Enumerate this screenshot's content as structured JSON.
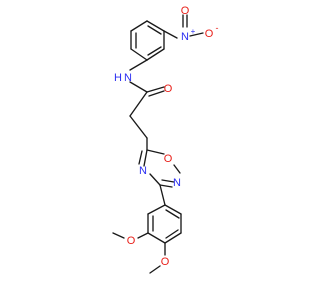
{
  "molecule": {
    "colors": {
      "carbon": "#1a1a1a",
      "nitrogen": "#2b2ff2",
      "oxygen": "#e8201a"
    },
    "atom_labels": {
      "nitro_n": "N",
      "nitro_charge_plus": "+",
      "nitro_o_right": "O",
      "nitro_charge_minus": "-",
      "nitro_o_left": "O",
      "amide_n": "N",
      "amide_h": "H",
      "carbonyl_o": "O",
      "ring_o": "O",
      "ring_n_right": "N",
      "ring_n_left": "N",
      "methoxy_o_upper": "O",
      "methoxy_o_lower": "O"
    }
  }
}
